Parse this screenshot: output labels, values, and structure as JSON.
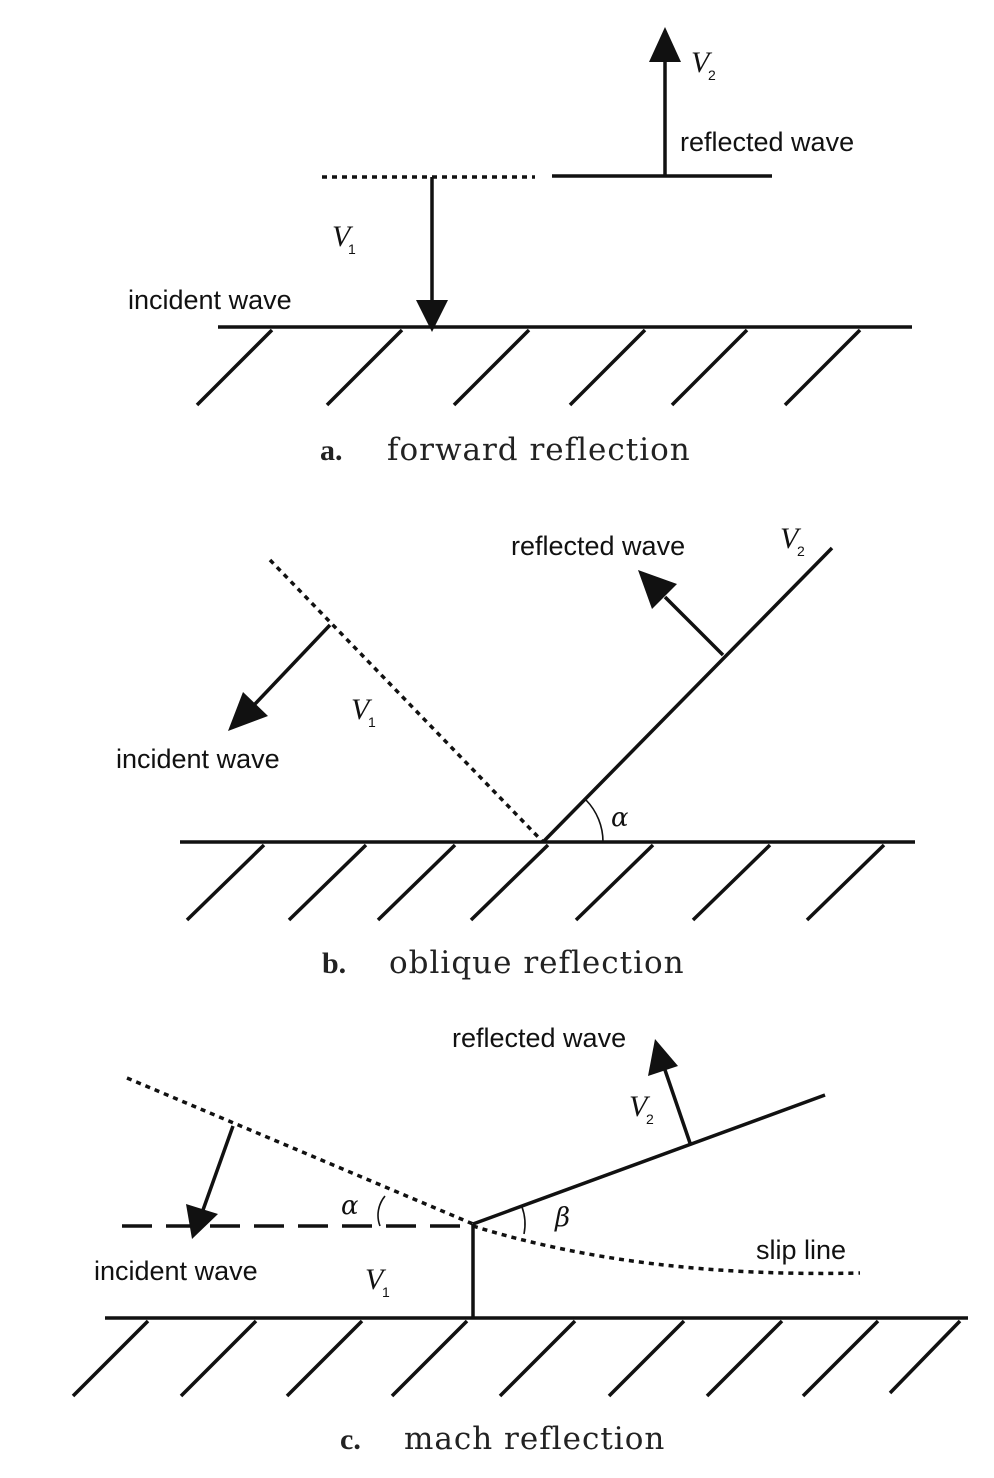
{
  "panel_a": {
    "v2": "V",
    "v2_sub": "2",
    "reflected_label": "reflected wave",
    "v1": "V",
    "v1_sub": "1",
    "incident_label": "incident wave",
    "caption_letter": "a.",
    "caption_text": "forward reflection"
  },
  "panel_b": {
    "reflected_label": "reflected wave",
    "v2": "V",
    "v2_sub": "2",
    "v1": "V",
    "v1_sub": "1",
    "incident_label": "incident wave",
    "alpha": "α",
    "caption_letter": "b.",
    "caption_text": "oblique reflection"
  },
  "panel_c": {
    "reflected_label": "reflected wave",
    "v2": "V",
    "v2_sub": "2",
    "alpha": "α",
    "beta": "β",
    "slip_label": "slip line",
    "incident_label": "incident wave",
    "v1": "V",
    "v1_sub": "1",
    "caption_letter": "c.",
    "caption_text": "mach reflection"
  }
}
